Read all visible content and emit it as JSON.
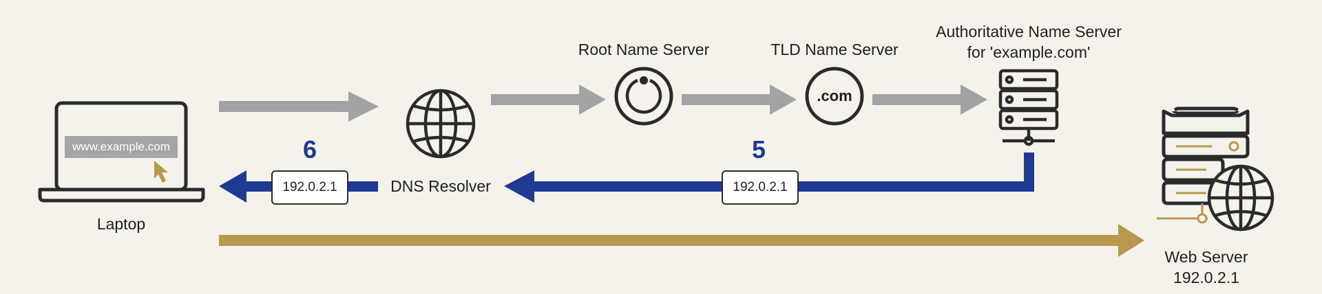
{
  "nodes": {
    "laptop": {
      "label": "Laptop",
      "url": "www.example.com"
    },
    "resolver": {
      "label": "DNS Resolver"
    },
    "root": {
      "label": "Root Name Server"
    },
    "tld": {
      "label": "TLD Name Server",
      "glyph": ".com"
    },
    "auth": {
      "label_line1": "Authoritative Name Server",
      "label_line2": "for 'example.com'"
    },
    "web": {
      "label": "Web Server",
      "ip": "192.0.2.1"
    }
  },
  "steps": {
    "five": {
      "number": "5",
      "ip": "192.0.2.1"
    },
    "six": {
      "number": "6",
      "ip": "192.0.2.1"
    }
  },
  "colors": {
    "query_arrow": "#a3a3a3",
    "response_arrow": "#1f3a93",
    "request_arrow": "#b8974f",
    "ink": "#2b2b2b",
    "accent": "#b8974f"
  },
  "icons": {
    "laptop": "laptop-icon",
    "resolver": "globe-icon",
    "root": "root-server-icon",
    "tld": "dot-com-icon",
    "auth": "server-rack-icon",
    "web": "web-server-icon"
  }
}
